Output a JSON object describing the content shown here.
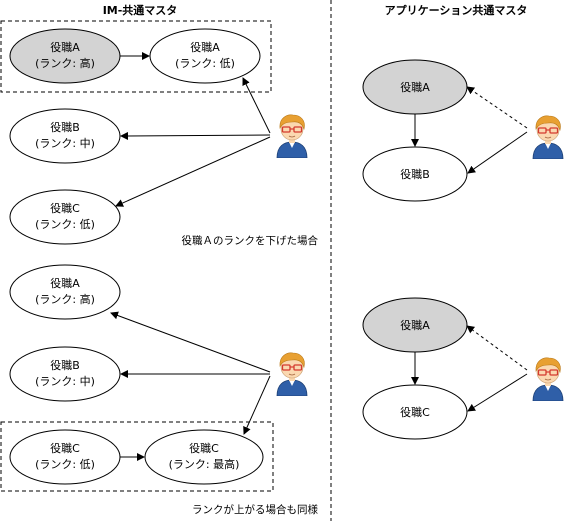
{
  "im_section": {
    "title": "IM-共通マスタ",
    "case1": {
      "nodes": {
        "a_high": {
          "line1": "役職A",
          "line2": "(ランク: 高)"
        },
        "a_low": {
          "line1": "役職A",
          "line2": "(ランク: 低)"
        },
        "b": {
          "line1": "役職B",
          "line2": "(ランク: 中)"
        },
        "c": {
          "line1": "役職C",
          "line2": "(ランク: 低)"
        }
      },
      "caption": "役職Ａのランクを下げた場合"
    },
    "case2": {
      "nodes": {
        "a": {
          "line1": "役職A",
          "line2": "(ランク: 高)"
        },
        "b": {
          "line1": "役職B",
          "line2": "(ランク: 中)"
        },
        "c_low": {
          "line1": "役職C",
          "line2": "(ランク: 低)"
        },
        "c_top": {
          "line1": "役職C",
          "line2": "(ランク: 最高)"
        }
      },
      "caption": "ランクが上がる場合も同様"
    }
  },
  "app_section": {
    "title": "アプリケーション共通マスタ",
    "case1": {
      "top": "役職A",
      "bottom": "役職B"
    },
    "case2": {
      "top": "役職A",
      "bottom": "役職C"
    }
  },
  "colors": {
    "highlight_fill": "#d3d3d3",
    "node_fill": "#ffffff",
    "stroke": "#000000",
    "avatar_hair": "#e8a032",
    "avatar_skin": "#fbd8b0",
    "avatar_shirt": "#2f5fa8",
    "avatar_glasses": "#d43a2f"
  },
  "icons": [
    "user-avatar-icon"
  ]
}
